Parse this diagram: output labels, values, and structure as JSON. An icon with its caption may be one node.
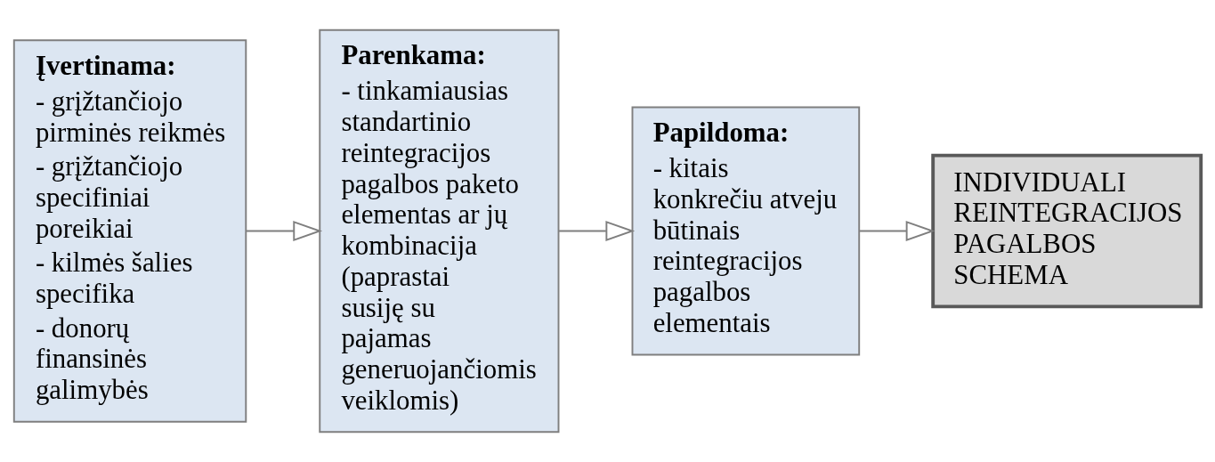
{
  "diagram": {
    "nodes": [
      {
        "text": [
          "Įvertinama:",
          "- grįžtančiojo pirminės reikmės",
          "- grįžtančiojo specifiniai poreikiai",
          "- kilmės šalies specifika",
          "- donorų finansinės galimybės"
        ]
      },
      {
        "text": [
          "Parenkama:",
          "- tinkamiausias standartinio reintegracijos pagalbos paketo elementas ar jų kombinacija (paprastai susiję su pajamas generuojančiomis veiklomis)"
        ]
      },
      {
        "text": [
          "Papildoma:",
          "- kitais konkrečiu atveju būtinais reintegracijos pagalbos elementais"
        ]
      },
      {
        "text": [
          "INDIVIDUALI REINTEGRACIJOS PAGALBOS SCHEMA"
        ]
      }
    ],
    "edges": [
      {
        "from": 0,
        "to": 1,
        "arrow": "to"
      },
      {
        "from": 1,
        "to": 2,
        "arrow": "to"
      },
      {
        "from": 2,
        "to": 3,
        "arrow": "to"
      }
    ]
  }
}
